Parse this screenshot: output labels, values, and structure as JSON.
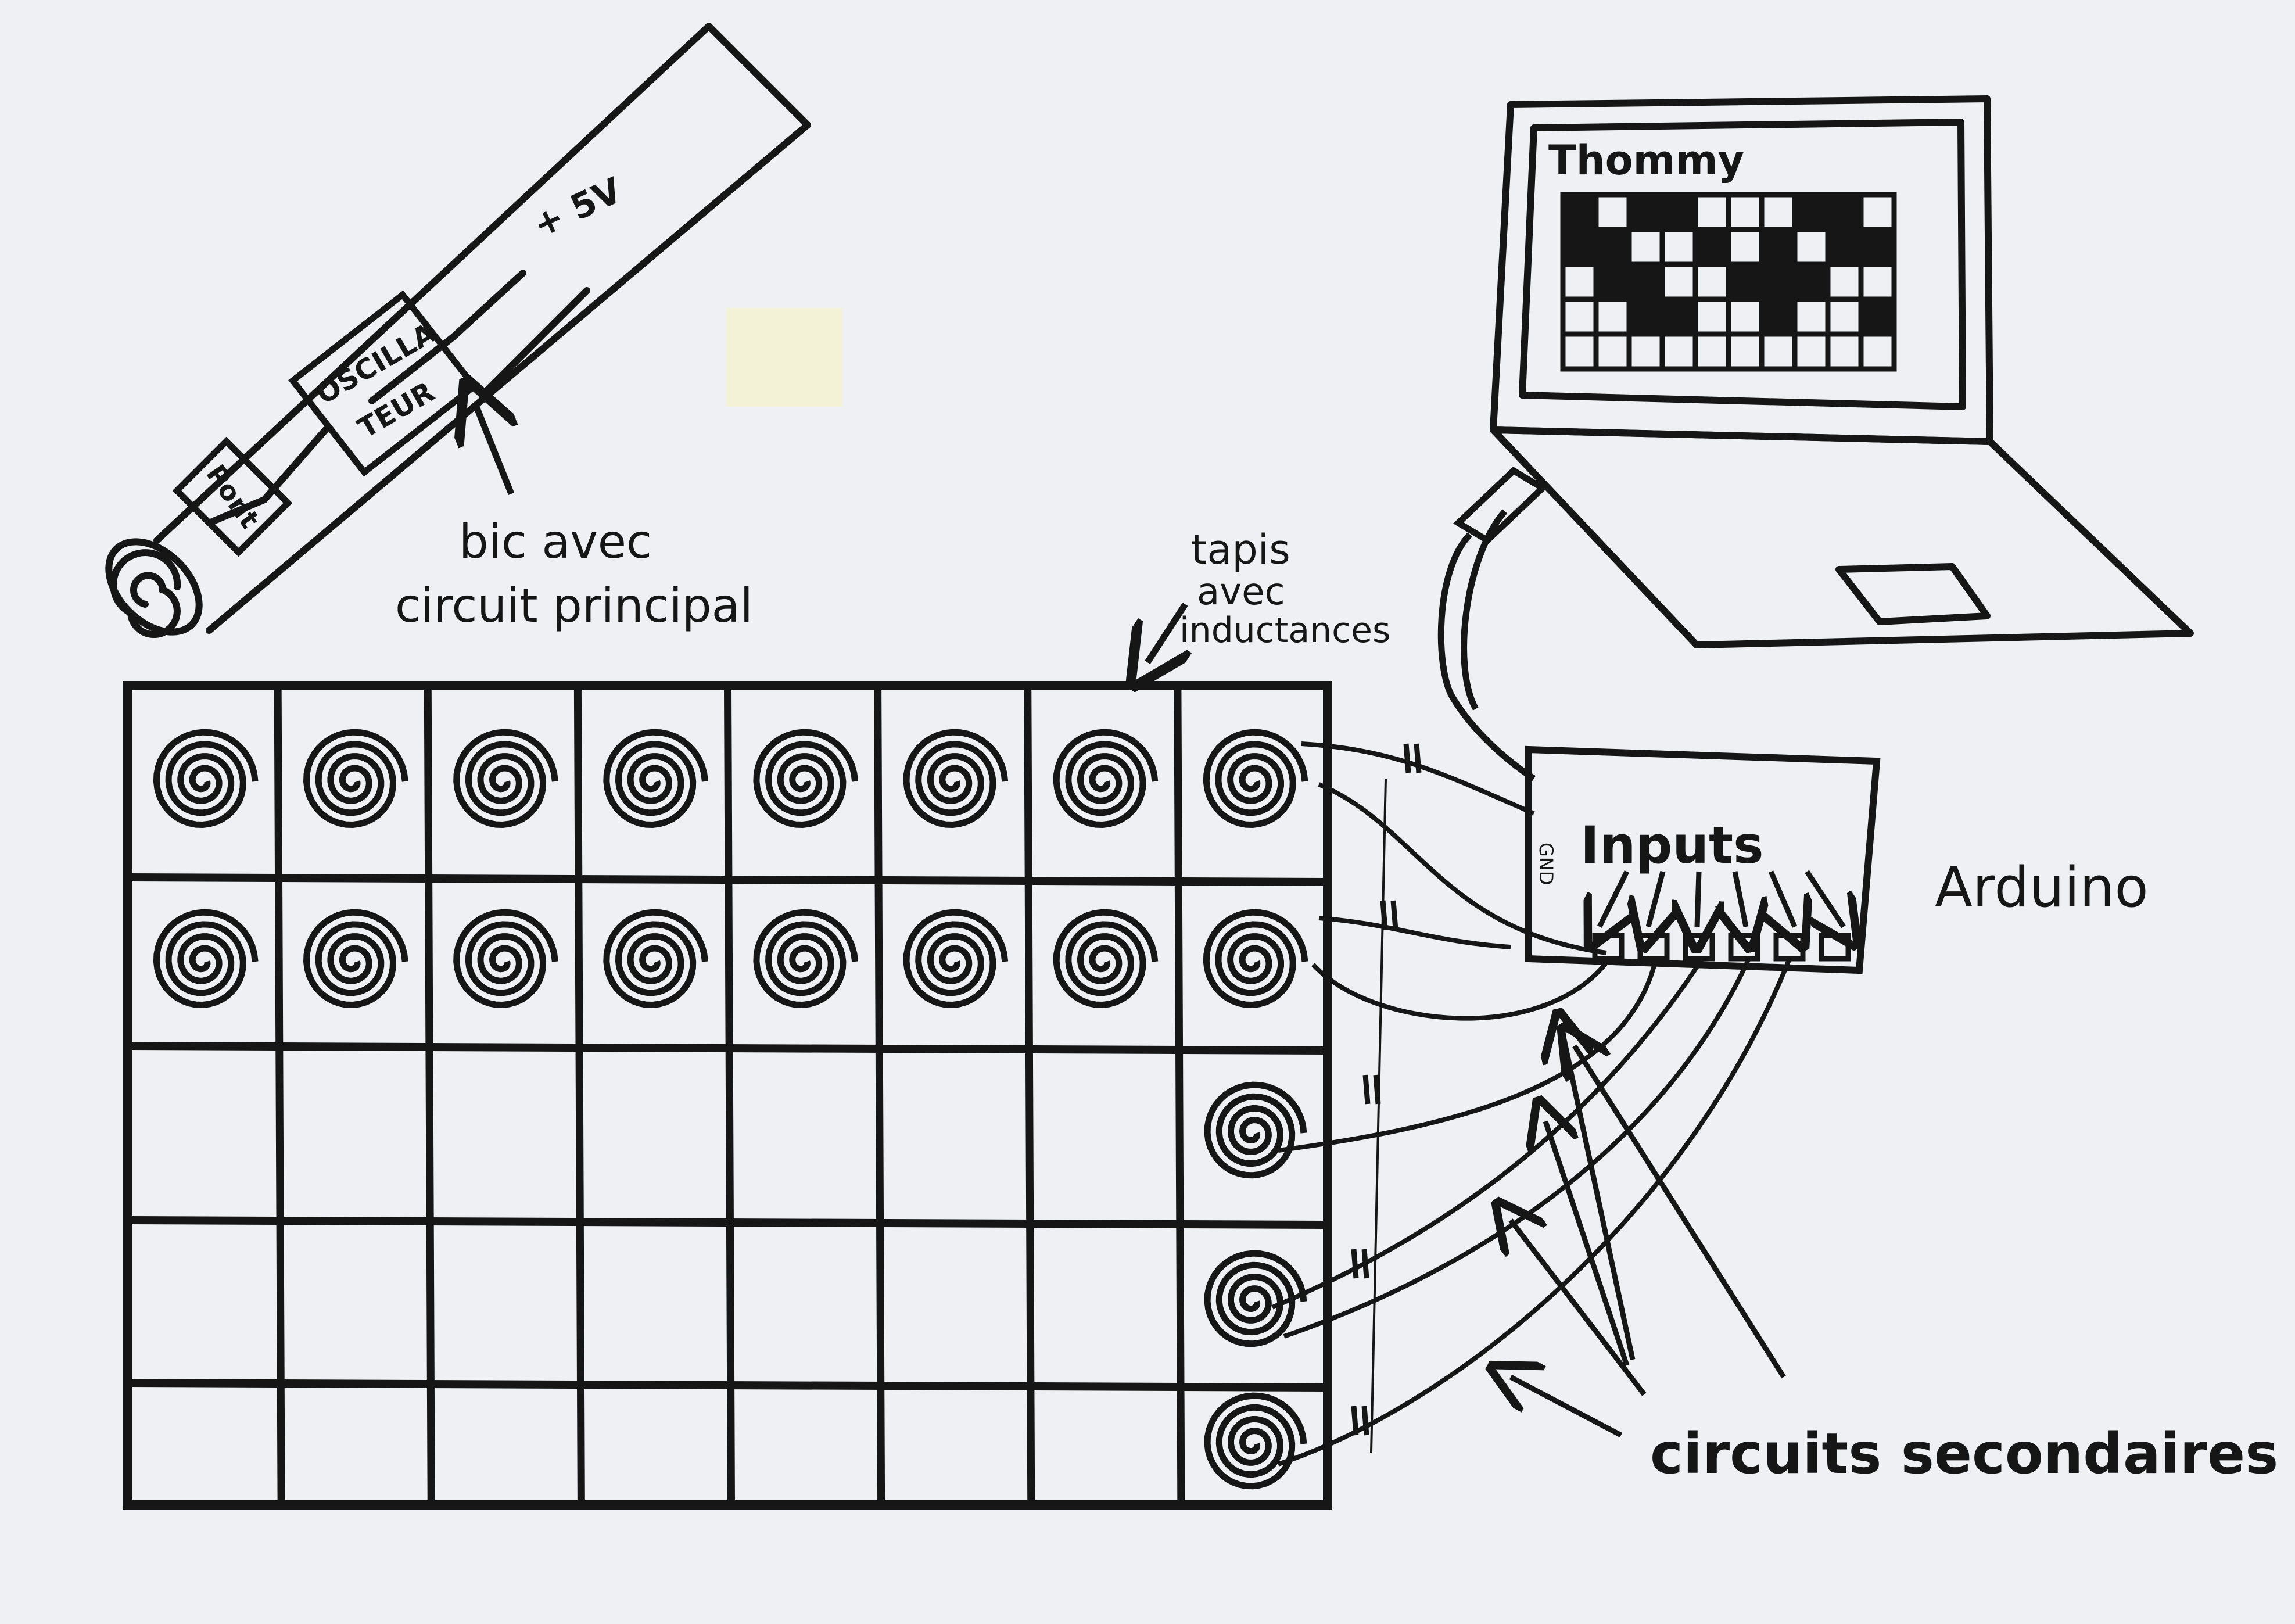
{
  "pen": {
    "oscillator_label_line1": "OSCILLA",
    "oscillator_label_line2": "TEUR",
    "power_label": "+ 5V",
    "pointer_label_line1": "bic avec",
    "pointer_label_line2": "circuit principal",
    "small_box_label": "Pont"
  },
  "mat": {
    "label_line1": "tapis",
    "label_line2": "avec",
    "label_line3": "inductances"
  },
  "laptop": {
    "screen_title": "Thommy",
    "screen_grid": [
      [
        1,
        0,
        1,
        1,
        0,
        0,
        0,
        1,
        1,
        0
      ],
      [
        1,
        1,
        0,
        0,
        1,
        0,
        1,
        0,
        1,
        1
      ],
      [
        0,
        1,
        1,
        0,
        0,
        1,
        1,
        1,
        0,
        0
      ],
      [
        0,
        0,
        1,
        1,
        0,
        0,
        1,
        0,
        0,
        1
      ],
      [
        0,
        0,
        0,
        0,
        0,
        0,
        0,
        0,
        0,
        0
      ]
    ]
  },
  "arduino": {
    "label": "Arduino",
    "inputs_label": "Inputs",
    "gnd_label": "GND"
  },
  "secondary_label": "circuits secondaires",
  "colors": {
    "ink": "#161616",
    "paper": "#eef0f3"
  }
}
